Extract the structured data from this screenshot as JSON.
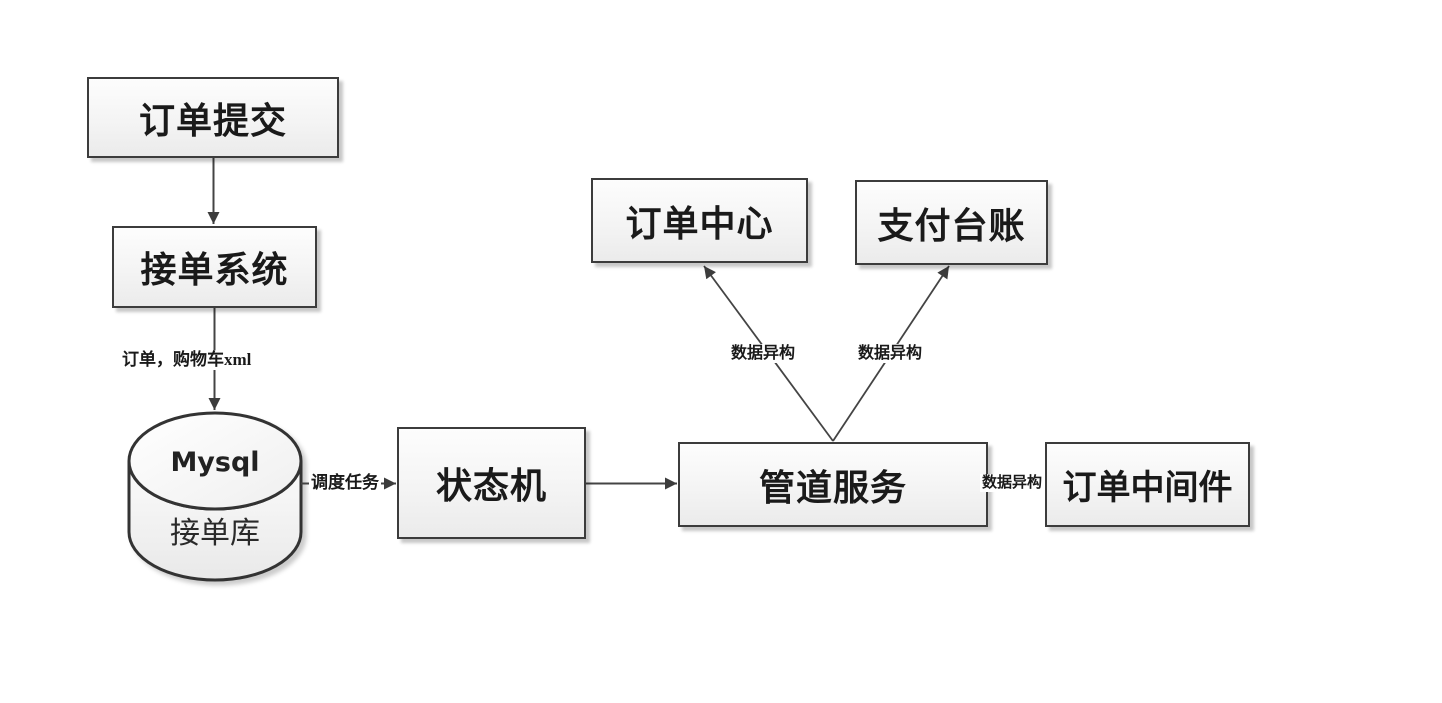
{
  "diagram": {
    "nodes": {
      "order_submit": {
        "label": "订单提交"
      },
      "order_receive": {
        "label": "接单系统"
      },
      "database": {
        "engine": "Mysql",
        "name": "接单库"
      },
      "state_machine": {
        "label": "状态机"
      },
      "pipeline": {
        "label": "管道服务"
      },
      "order_center": {
        "label": "订单中心"
      },
      "payment_ledger": {
        "label": "支付台账"
      },
      "order_middleware": {
        "label": "订单中间件"
      }
    },
    "edge_labels": {
      "receive_to_db": "订单，购物车xml",
      "db_to_state": "调度任务",
      "pipeline_to_order_center": "数据异构",
      "pipeline_to_payment_ledger": "数据异构",
      "pipeline_to_middleware": "数据异构"
    },
    "colors": {
      "background": "#ffffff",
      "box_border": "#3c3c3c",
      "box_fill_top": "#fdfdfd",
      "box_fill_bottom": "#ebebeb",
      "edge_line": "#444444",
      "text": "#1a1a1a"
    }
  }
}
